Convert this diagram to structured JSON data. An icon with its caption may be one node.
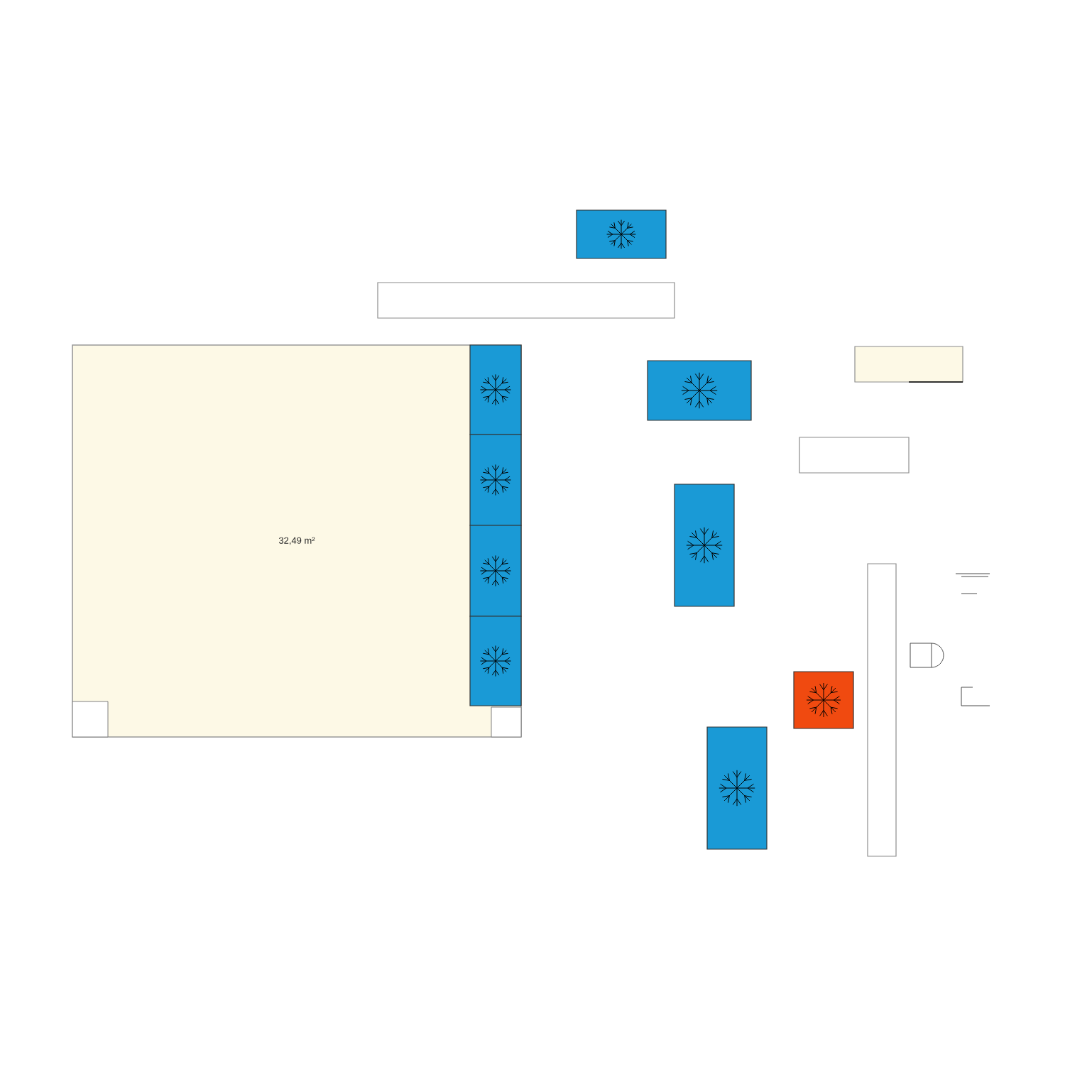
{
  "diagram": {
    "nodes": [
      {
        "text": [],
        "shape": "box"
      },
      {
        "text": [
          "32,49 m²"
        ]
      },
      {
        "text": [],
        "shape": "box"
      },
      {
        "text": [],
        "shape": "box"
      },
      {
        "text": [],
        "shape": "box"
      }
    ]
  }
}
